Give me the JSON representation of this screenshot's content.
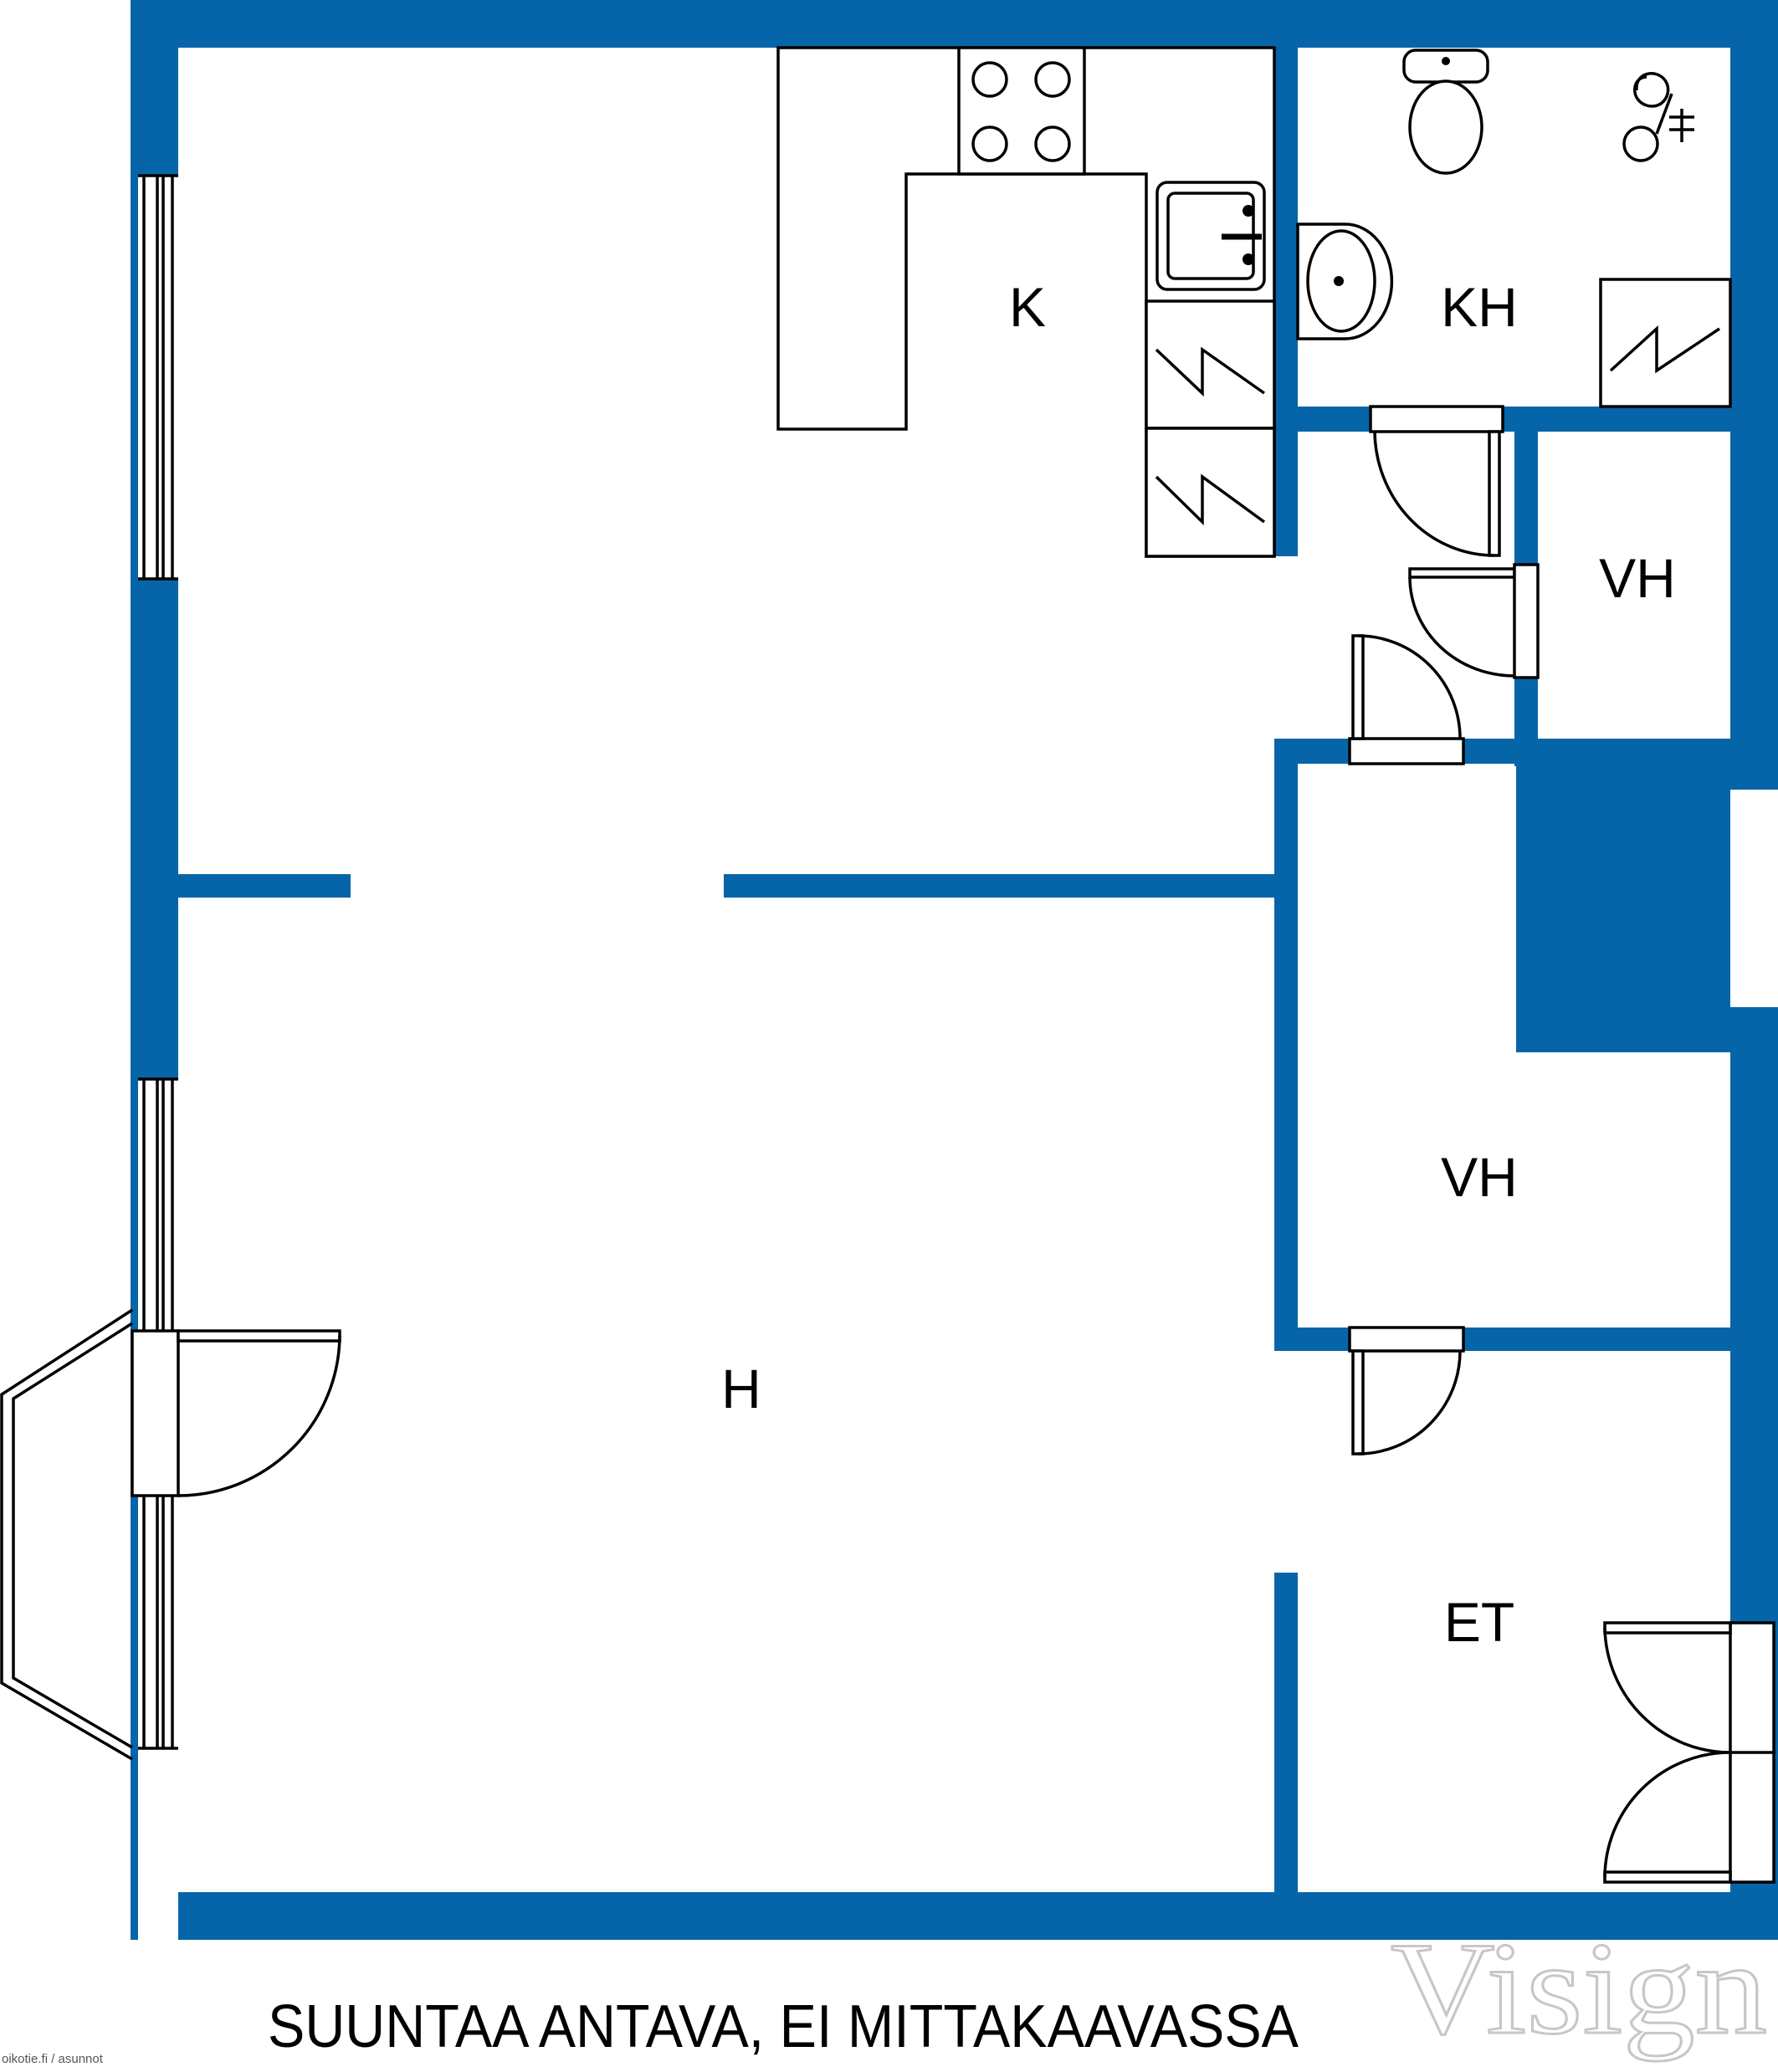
{
  "rooms": {
    "kitchen": "K",
    "bathroom": "KH",
    "closet_upper": "VH",
    "closet_lower": "VH",
    "living_room": "H",
    "entrance_hall": "ET"
  },
  "footer": {
    "disclaimer": "SUUNTAA ANTAVA, EI MITTAKAAVASSA",
    "credit": "oikotie.fi / asunnot"
  },
  "branding": {
    "logo_text": "Visign"
  },
  "colors": {
    "wall": "#0665a9",
    "line": "#000000",
    "background": "#ffffff"
  }
}
